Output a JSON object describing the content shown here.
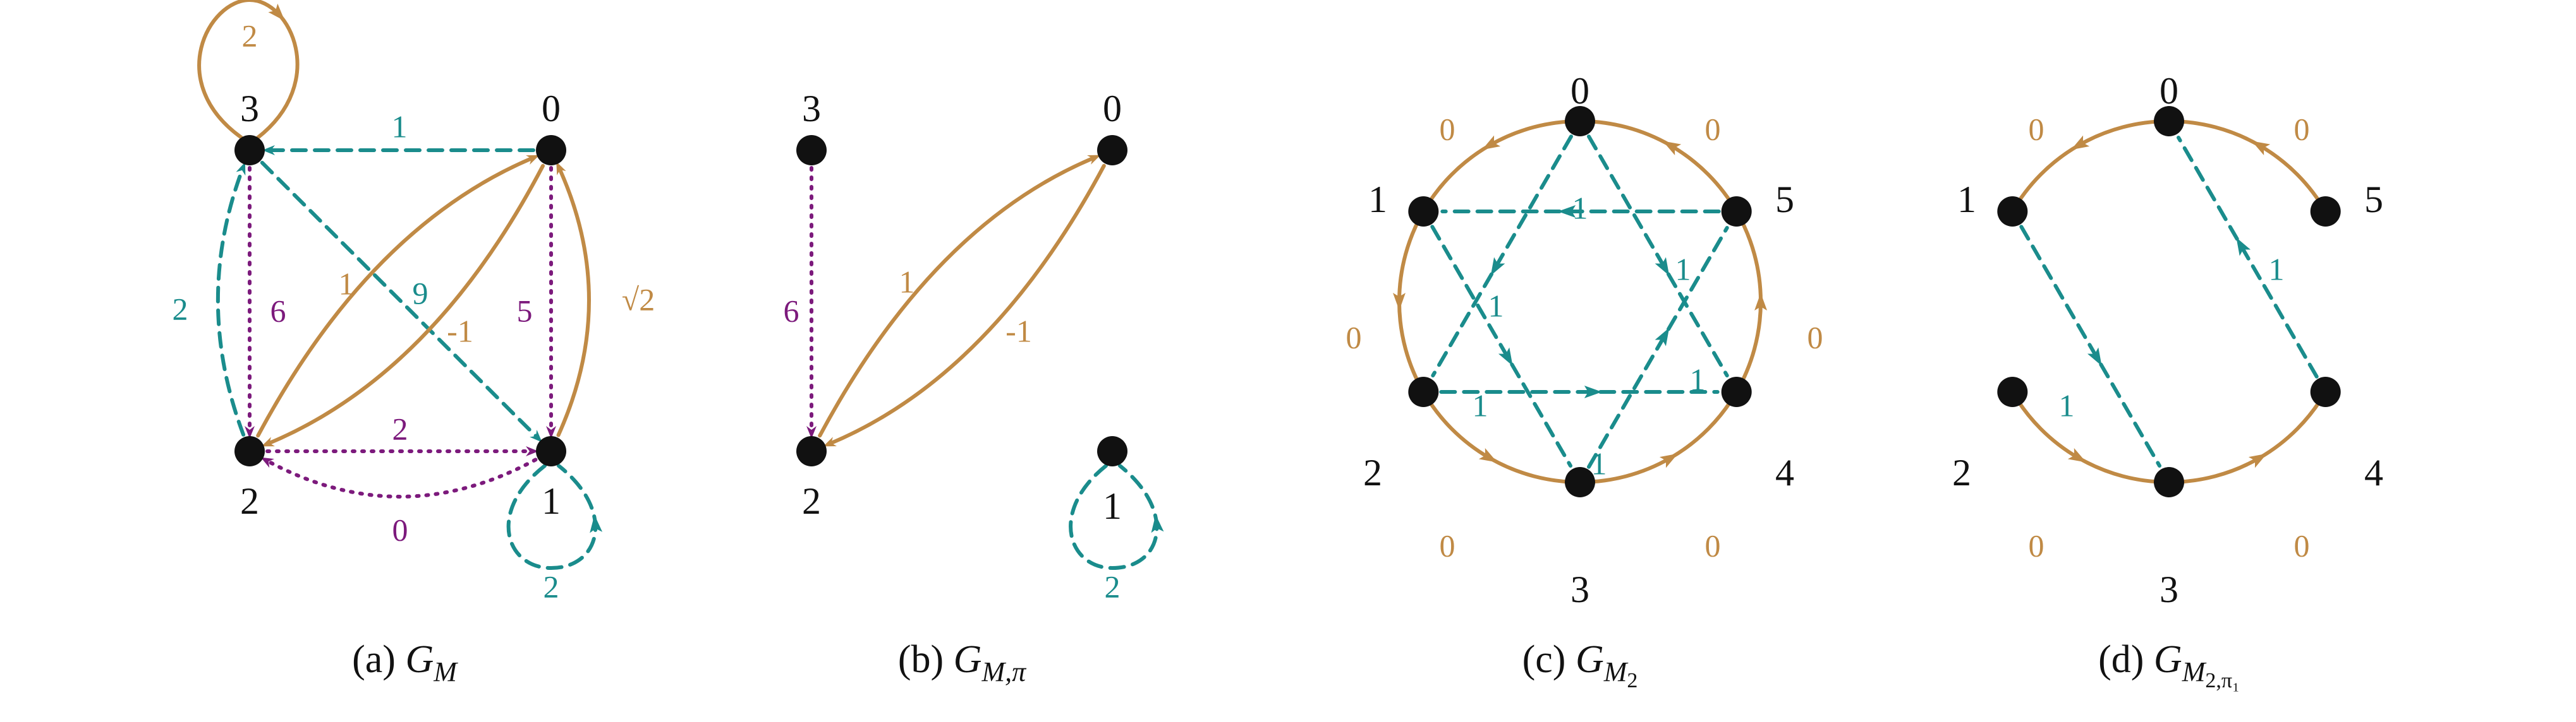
{
  "colors": {
    "tan": "#C08A45",
    "teal": "#1A8C8C",
    "purple": "#7C1A7C",
    "node": "#111111"
  },
  "captions": [
    {
      "prefix": "(a) ",
      "sym": "G",
      "sub": "M",
      "subsub": ""
    },
    {
      "prefix": "(b) ",
      "sym": "G",
      "sub": "M,π",
      "subsub": ""
    },
    {
      "prefix": "(c) ",
      "sym": "G",
      "sub": "M",
      "subsub": "2"
    },
    {
      "prefix": "(d) ",
      "sym": "G",
      "sub": "M",
      "subsub": "2,π₁"
    }
  ],
  "graphs": [
    {
      "id": "a",
      "vertices": [
        "0",
        "1",
        "2",
        "3"
      ],
      "edges": [
        {
          "from": "3",
          "to": "3",
          "weight": "2",
          "color": "tan",
          "style": "solid"
        },
        {
          "from": "0",
          "to": "3",
          "weight": "1",
          "color": "teal",
          "style": "dashed"
        },
        {
          "from": "2",
          "to": "3",
          "weight": "2",
          "color": "teal",
          "style": "dashed"
        },
        {
          "from": "3",
          "to": "2",
          "weight": "6",
          "color": "purple",
          "style": "dotted"
        },
        {
          "from": "3",
          "to": "1",
          "weight": "9",
          "color": "teal",
          "style": "dashed"
        },
        {
          "from": "2",
          "to": "0",
          "weight": "1",
          "color": "tan",
          "style": "solid"
        },
        {
          "from": "0",
          "to": "2",
          "weight": "-1",
          "color": "tan",
          "style": "solid"
        },
        {
          "from": "0",
          "to": "1",
          "weight": "5",
          "color": "purple",
          "style": "dotted"
        },
        {
          "from": "1",
          "to": "0",
          "weight": "√2",
          "color": "tan",
          "style": "solid"
        },
        {
          "from": "2",
          "to": "1",
          "weight": "2",
          "color": "purple",
          "style": "dotted"
        },
        {
          "from": "1",
          "to": "2",
          "weight": "0",
          "color": "purple",
          "style": "dotted"
        },
        {
          "from": "1",
          "to": "1",
          "weight": "2",
          "color": "teal",
          "style": "dashed"
        }
      ]
    },
    {
      "id": "b",
      "vertices": [
        "0",
        "1",
        "2",
        "3"
      ],
      "edges": [
        {
          "from": "3",
          "to": "2",
          "weight": "6",
          "color": "purple",
          "style": "dotted"
        },
        {
          "from": "2",
          "to": "0",
          "weight": "1",
          "color": "tan",
          "style": "solid"
        },
        {
          "from": "0",
          "to": "2",
          "weight": "-1",
          "color": "tan",
          "style": "solid"
        },
        {
          "from": "1",
          "to": "1",
          "weight": "2",
          "color": "teal",
          "style": "dashed"
        }
      ]
    },
    {
      "id": "c",
      "vertices": [
        "0",
        "1",
        "2",
        "3",
        "4",
        "5"
      ],
      "edges": [
        {
          "from": "0",
          "to": "1",
          "weight": "0",
          "color": "tan",
          "style": "solid"
        },
        {
          "from": "5",
          "to": "0",
          "weight": "0",
          "color": "tan",
          "style": "solid"
        },
        {
          "from": "1",
          "to": "2",
          "weight": "0",
          "color": "tan",
          "style": "solid"
        },
        {
          "from": "4",
          "to": "5",
          "weight": "0",
          "color": "tan",
          "style": "solid"
        },
        {
          "from": "2",
          "to": "3",
          "weight": "0",
          "color": "tan",
          "style": "solid"
        },
        {
          "from": "3",
          "to": "4",
          "weight": "0",
          "color": "tan",
          "style": "solid"
        },
        {
          "from": "0",
          "to": "2",
          "weight": "1",
          "color": "teal",
          "style": "dashed"
        },
        {
          "from": "5",
          "to": "1",
          "weight": "1",
          "color": "teal",
          "style": "dashed"
        },
        {
          "from": "0",
          "to": "4",
          "weight": "1",
          "color": "teal",
          "style": "dashed"
        },
        {
          "from": "1",
          "to": "3",
          "weight": "1",
          "color": "teal",
          "style": "dashed"
        },
        {
          "from": "3",
          "to": "5",
          "weight": "1",
          "color": "teal",
          "style": "dashed"
        },
        {
          "from": "2",
          "to": "4",
          "weight": "1",
          "color": "teal",
          "style": "dashed"
        }
      ]
    },
    {
      "id": "d",
      "vertices": [
        "0",
        "1",
        "2",
        "3",
        "4",
        "5"
      ],
      "edges": [
        {
          "from": "0",
          "to": "1",
          "weight": "0",
          "color": "tan",
          "style": "solid"
        },
        {
          "from": "5",
          "to": "0",
          "weight": "0",
          "color": "tan",
          "style": "solid"
        },
        {
          "from": "2",
          "to": "3",
          "weight": "0",
          "color": "tan",
          "style": "solid"
        },
        {
          "from": "3",
          "to": "4",
          "weight": "0",
          "color": "tan",
          "style": "solid"
        },
        {
          "from": "1",
          "to": "3",
          "weight": "1",
          "color": "teal",
          "style": "dashed"
        },
        {
          "from": "4",
          "to": "0",
          "weight": "1",
          "color": "teal",
          "style": "dashed"
        }
      ]
    }
  ]
}
